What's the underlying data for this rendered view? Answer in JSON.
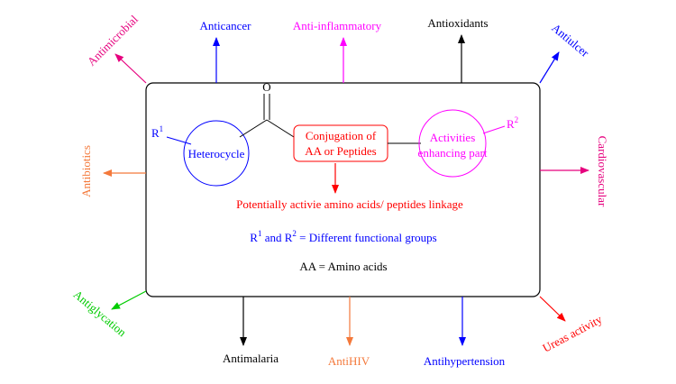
{
  "colors": {
    "black": "#000000",
    "blue": "#0000ff",
    "magenta": "#ff00ff",
    "pink": "#e6007e",
    "orange": "#f4793b",
    "green": "#00cc00",
    "red": "#ff0000",
    "crimson": "#e8004a"
  },
  "core": {
    "heterocycle": "Heterocycle",
    "r1_base": "R",
    "r1_sup": "1",
    "carbonyl_o": "O",
    "conj_line1": "Conjugation of",
    "conj_line2": "AA or Peptides",
    "enh_line1": "Activities",
    "enh_line2": "enhancing part",
    "r2_base": "R",
    "r2_sup": "2",
    "linkage": "Potentially activie amino acids/ peptides linkage",
    "r_line": {
      "r1": "R",
      "sup1": "1",
      "and": " and R",
      "sup2": "2",
      "rest": " = Different functional groups"
    },
    "aa_line": "AA = Amino acids"
  },
  "activities": {
    "antimicrobial": "Antimicrobial",
    "anticancer": "Anticancer",
    "anti_inflammatory": "Anti-inflammatory",
    "antioxidants": "Antioxidants",
    "antiulcer": "Antiulcer",
    "cardiovascular": "Cardiovascular",
    "ureas_activity": "Ureas activity",
    "antihypertension": "Antihypertension",
    "antihiv": "AntiHIV",
    "antimalaria": "Antimalaria",
    "antiglycation": "Antiglycation",
    "antibiotics": "Antibiotics"
  }
}
